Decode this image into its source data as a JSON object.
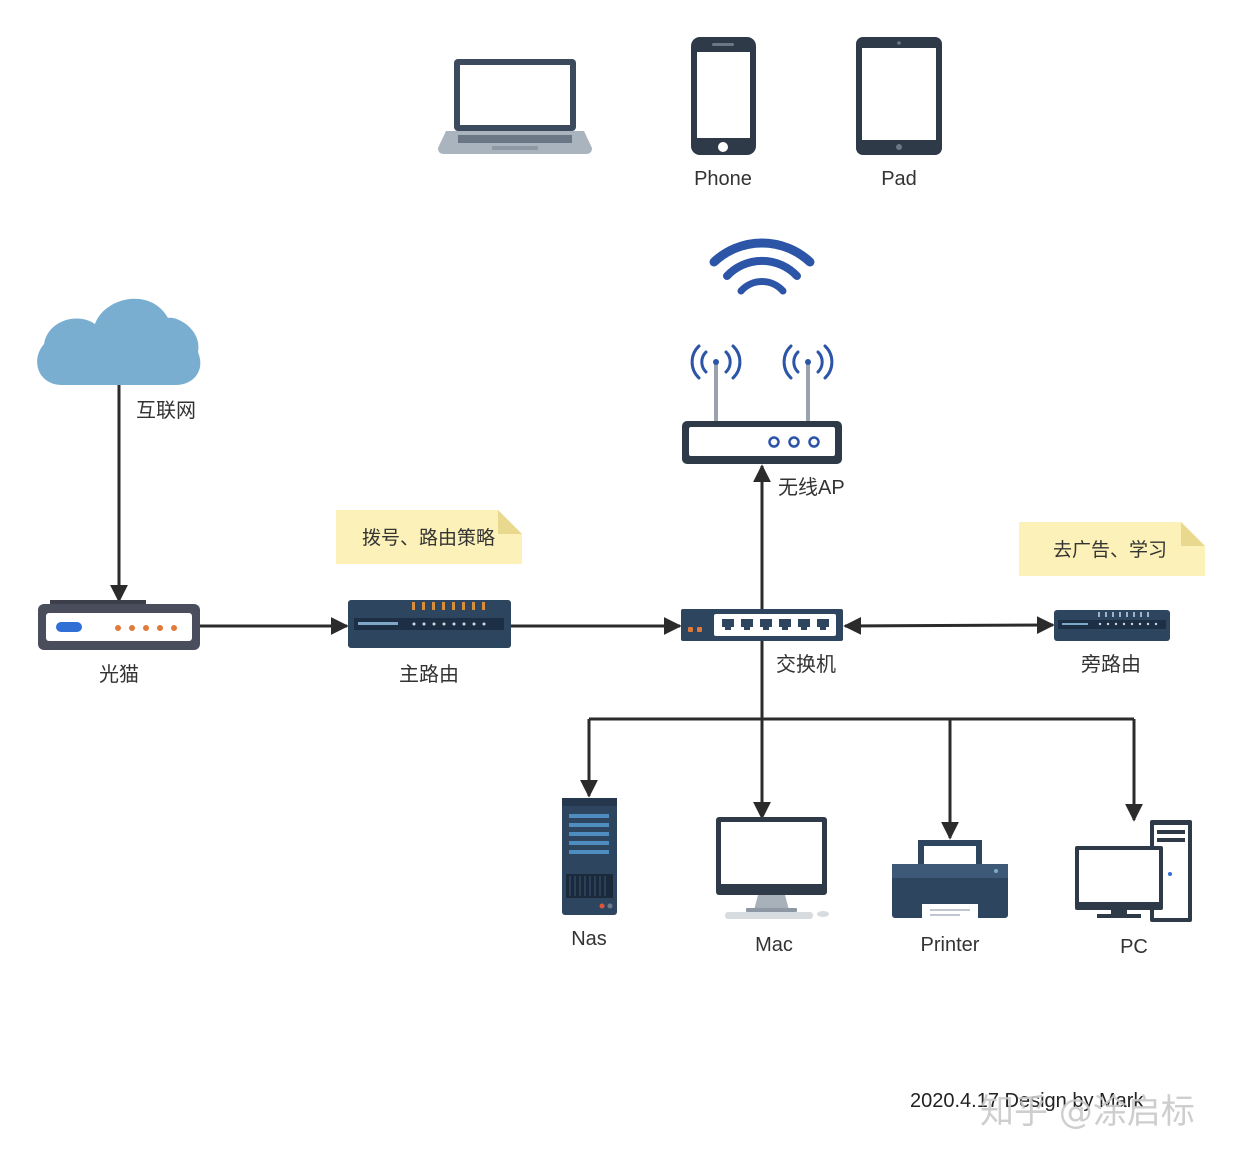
{
  "labels": {
    "internet": "互联网",
    "modem": "光猫",
    "main_router": "主路由",
    "switch": "交换机",
    "side_router": "旁路由",
    "wireless_ap": "无线AP",
    "phone": "Phone",
    "pad": "Pad",
    "nas": "Nas",
    "mac": "Mac",
    "printer": "Printer",
    "pc": "PC"
  },
  "notes": {
    "main_router_note": "拨号、路由策略",
    "side_router_note": "去广告、学习"
  },
  "footer": {
    "credit": "2020.4.17 Design by Mark",
    "watermark": "知乎 @涂启标"
  },
  "colors": {
    "cloud": "#7aaed0",
    "device_dark": "#2e4560",
    "wifi": "#2c55a8",
    "note_bg": "#fcf1b8",
    "line": "#2b2b2b"
  }
}
